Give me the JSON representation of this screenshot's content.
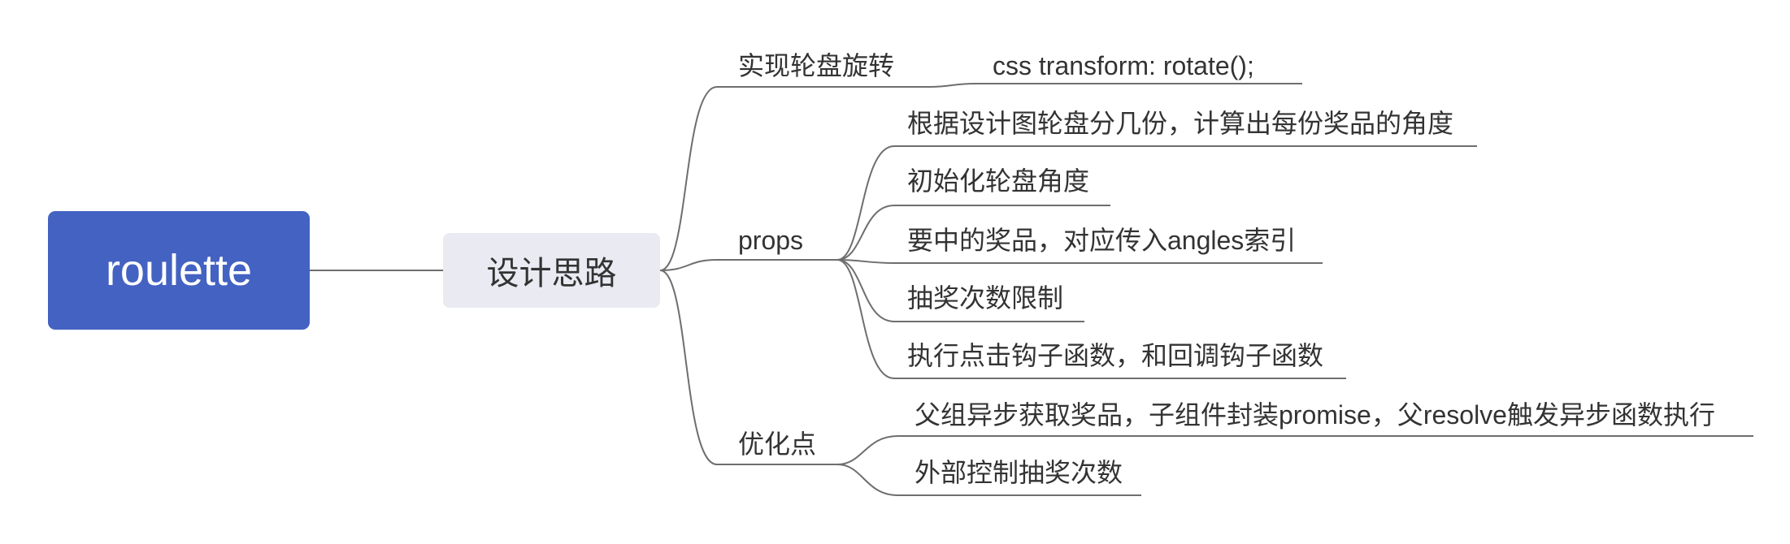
{
  "root": {
    "label": "roulette"
  },
  "main_topic": {
    "label": "设计思路"
  },
  "branches": [
    {
      "label": "实现轮盘旋转",
      "children": [
        {
          "label": "css transform: rotate();"
        }
      ]
    },
    {
      "label": "props",
      "children": [
        {
          "label": "根据设计图轮盘分几份，计算出每份奖品的角度"
        },
        {
          "label": "初始化轮盘角度"
        },
        {
          "label": "要中的奖品，对应传入angles索引"
        },
        {
          "label": "抽奖次数限制"
        },
        {
          "label": "执行点击钩子函数，和回调钩子函数"
        }
      ]
    },
    {
      "label": "优化点",
      "children": [
        {
          "label": "父组异步获取奖品，子组件封装promise，父resolve触发异步函数执行"
        },
        {
          "label": "外部控制抽奖次数"
        }
      ]
    }
  ],
  "colors": {
    "root_bg": "#4462C2",
    "root_text": "#FFFFFF",
    "main_bg": "#E9EAF2",
    "line": "#6E6E6E",
    "text": "#333333",
    "background": "#FFFFFF"
  }
}
